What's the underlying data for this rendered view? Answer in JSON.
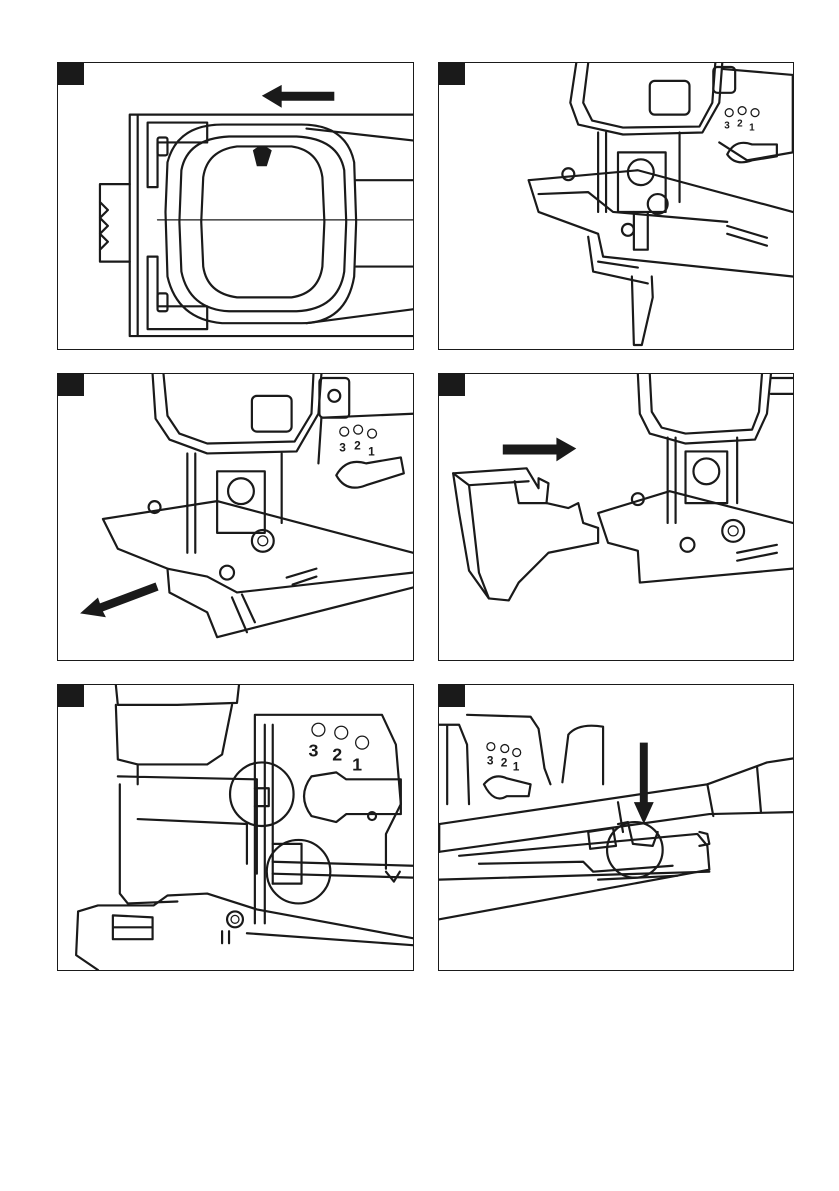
{
  "page": {
    "background": "#ffffff",
    "ink": "#1a1a1a"
  },
  "panels": [
    {
      "id": "fig-1",
      "arrow_direction": "left"
    },
    {
      "id": "fig-2"
    },
    {
      "id": "fig-3",
      "arrow_direction": "down-left"
    },
    {
      "id": "fig-4",
      "arrow_direction": "right"
    },
    {
      "id": "fig-5",
      "highlight_circles": 2,
      "dial_numbers": {
        "n1": "3",
        "n2": "2",
        "n3": "1"
      }
    },
    {
      "id": "fig-6",
      "arrow_direction": "down",
      "highlight_circles": 1,
      "dial_numbers": {
        "n1": "3",
        "n2": "2",
        "n3": "1"
      }
    }
  ],
  "dial_small": {
    "n1": "3",
    "n2": "2",
    "n3": "1"
  }
}
